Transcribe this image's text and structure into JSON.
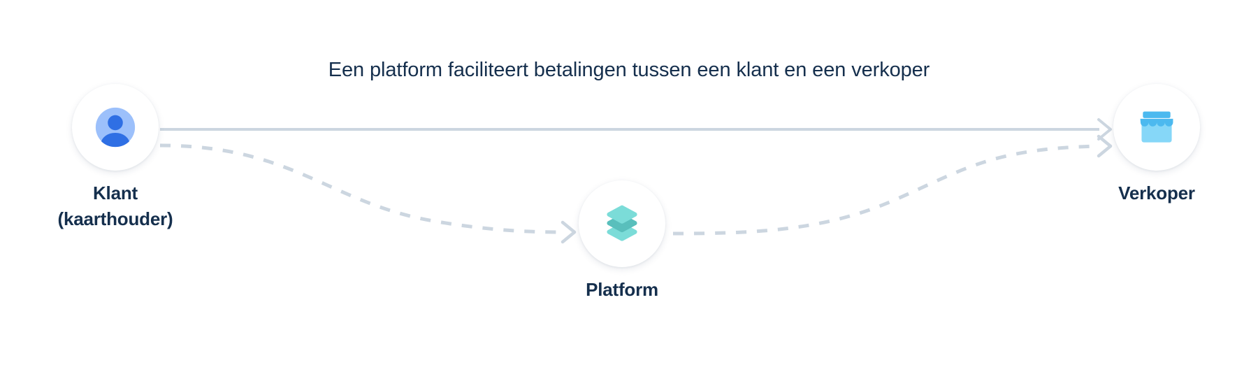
{
  "diagram": {
    "title": "Een platform faciliteert betalingen tussen een klant en een verkoper",
    "background_color": "#ffffff",
    "title_color": "#152f4d",
    "label_color": "#152f4d",
    "connector_color": "#ccd6e0",
    "nodes": [
      {
        "id": "klant",
        "label": "Klant\n(kaarthouder)",
        "icon": "person-icon",
        "icon_colors": {
          "primary": "#9cc0fb",
          "accent": "#2f6fe4"
        }
      },
      {
        "id": "platform",
        "label": "Platform",
        "icon": "layers-icon",
        "icon_colors": {
          "primary": "#7bdcd8",
          "accent": "#59bfbc"
        }
      },
      {
        "id": "verkoper",
        "label": "Verkoper",
        "icon": "storefront-icon",
        "icon_colors": {
          "primary": "#86d7f8",
          "accent": "#4cb9ef"
        }
      }
    ],
    "connectors": [
      {
        "id": "klant-to-verkoper-direct",
        "from": "klant",
        "to": "verkoper",
        "style": "solid",
        "arrow": "end"
      },
      {
        "id": "klant-to-platform",
        "from": "klant",
        "to": "platform",
        "style": "dashed",
        "arrow": "end"
      },
      {
        "id": "platform-to-verkoper",
        "from": "platform",
        "to": "verkoper",
        "style": "dashed",
        "arrow": "end"
      }
    ]
  }
}
